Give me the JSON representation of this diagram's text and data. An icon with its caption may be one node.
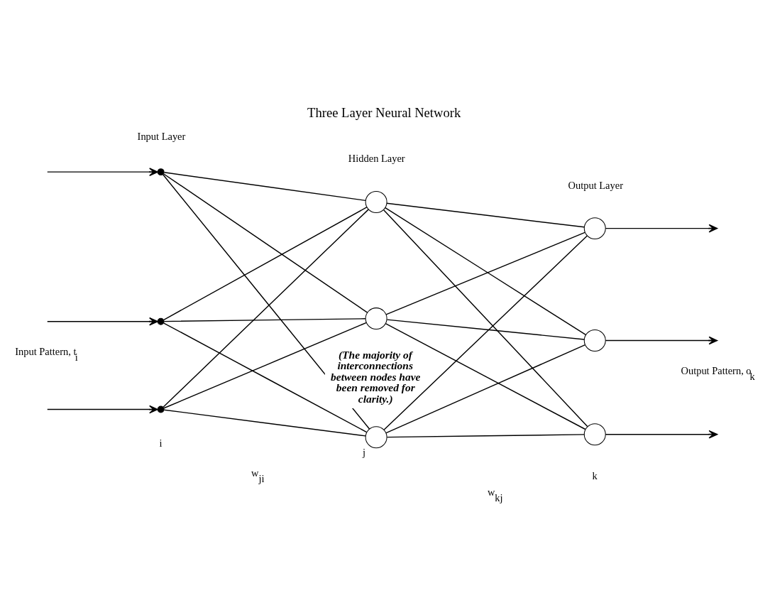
{
  "diagram": {
    "title": "Three Layer Neural Network",
    "nodes": [
      {
        "text": [],
        "shape": "dot"
      },
      {
        "text": [],
        "shape": "dot"
      },
      {
        "text": [],
        "shape": "dot"
      },
      {
        "text": [],
        "shape": "circle"
      },
      {
        "text": [],
        "shape": "circle"
      },
      {
        "text": [],
        "shape": "circle",
        "beside": [
          "j"
        ]
      },
      {
        "text": [],
        "shape": "circle"
      },
      {
        "text": [],
        "shape": "circle"
      },
      {
        "text": [],
        "shape": "circle"
      }
    ],
    "edges": [
      {
        "from": null,
        "to": 0,
        "arrow": "to"
      },
      {
        "from": null,
        "to": 1,
        "arrow": "to"
      },
      {
        "from": null,
        "to": 2,
        "arrow": "to"
      },
      {
        "from": 0,
        "to": 3,
        "arrow": "none"
      },
      {
        "from": 0,
        "to": 4,
        "arrow": "none"
      },
      {
        "from": 0,
        "to": 5,
        "arrow": "none"
      },
      {
        "from": 1,
        "to": 3,
        "arrow": "none"
      },
      {
        "from": 1,
        "to": 4,
        "arrow": "none"
      },
      {
        "from": 1,
        "to": 5,
        "arrow": "none"
      },
      {
        "from": 2,
        "to": 3,
        "arrow": "none"
      },
      {
        "from": 2,
        "to": 4,
        "arrow": "none"
      },
      {
        "from": 2,
        "to": 5,
        "arrow": "none"
      },
      {
        "from": 3,
        "to": 6,
        "arrow": "none"
      },
      {
        "from": 3,
        "to": 7,
        "arrow": "none"
      },
      {
        "from": 3,
        "to": 8,
        "arrow": "none"
      },
      {
        "from": 4,
        "to": 6,
        "arrow": "none"
      },
      {
        "from": 4,
        "to": 7,
        "arrow": "none"
      },
      {
        "from": 4,
        "to": 8,
        "arrow": "none"
      },
      {
        "from": 5,
        "to": 6,
        "arrow": "none"
      },
      {
        "from": 5,
        "to": 7,
        "arrow": "none"
      },
      {
        "from": 5,
        "to": 8,
        "arrow": "none"
      },
      {
        "from": 6,
        "to": null,
        "arrow": "to"
      },
      {
        "from": 7,
        "to": null,
        "arrow": "to"
      },
      {
        "from": 8,
        "to": null,
        "arrow": "to"
      }
    ],
    "labels": [
      "Hidden Layer",
      "Input Layer",
      "Output Layer",
      "Input Pattern, t$_{i}$",
      "Output Pattern, o$_{k}$",
      "(The majority of interconnections between nodes have been removed for clarity.)",
      "i",
      "k",
      "w$_{ji}$",
      "w$_{kj}$"
    ]
  }
}
